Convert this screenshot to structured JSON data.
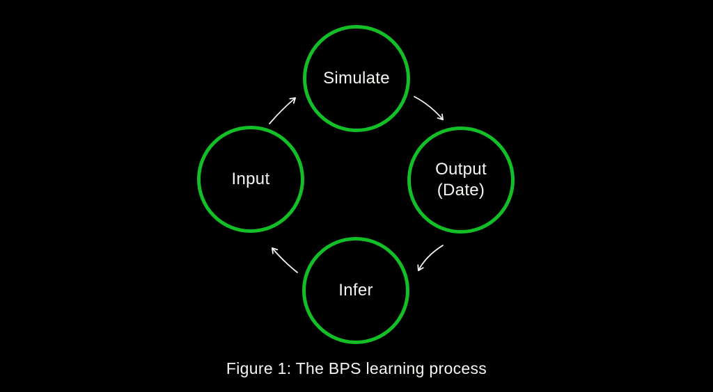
{
  "figure": {
    "caption": "Figure 1: The BPS learning process"
  },
  "nodes": [
    {
      "id": "simulate",
      "label": "Simulate"
    },
    {
      "id": "output",
      "label": "Output",
      "sublabel": "(Date)"
    },
    {
      "id": "infer",
      "label": "Infer"
    },
    {
      "id": "input",
      "label": "Input"
    }
  ],
  "arrows": [
    {
      "from": "input",
      "to": "simulate"
    },
    {
      "from": "simulate",
      "to": "output"
    },
    {
      "from": "output",
      "to": "infer"
    },
    {
      "from": "infer",
      "to": "input"
    }
  ],
  "colors": {
    "background": "#000000",
    "circle_stroke": "#12bf26",
    "text": "#f5f5f2",
    "arrow": "#f2f2f2"
  }
}
